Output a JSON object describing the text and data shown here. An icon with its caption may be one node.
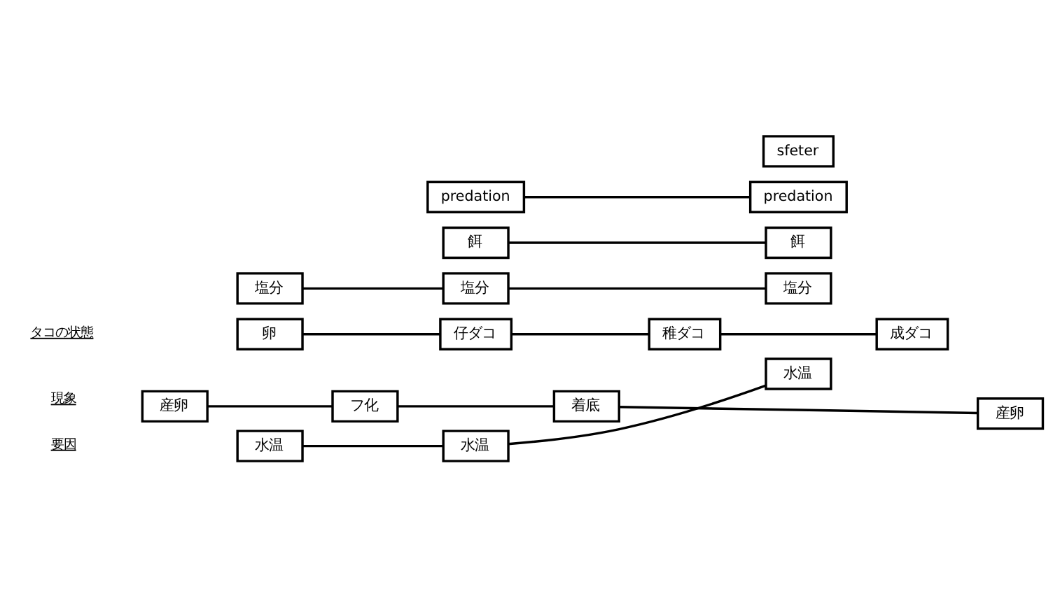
{
  "diagram": {
    "nodes": [
      {
        "text": [
          "卵"
        ]
      },
      {
        "text": [
          "仔ダコ"
        ]
      },
      {
        "text": [
          "稚ダコ"
        ]
      },
      {
        "text": [
          "成ダコ"
        ]
      },
      {
        "text": [
          "産卵"
        ]
      },
      {
        "text": [
          "フ化"
        ]
      },
      {
        "text": [
          "着底"
        ]
      },
      {
        "text": [
          "産卵"
        ]
      },
      {
        "text": [
          "水温"
        ]
      },
      {
        "text": [
          "水温"
        ]
      },
      {
        "text": [
          "水温"
        ]
      },
      {
        "text": [
          "塩分"
        ]
      },
      {
        "text": [
          "塩分"
        ]
      },
      {
        "text": [
          "塩分"
        ]
      },
      {
        "text": [
          "餌"
        ]
      },
      {
        "text": [
          "餌"
        ]
      },
      {
        "text": [
          "predation"
        ]
      },
      {
        "text": [
          "predation"
        ]
      },
      {
        "text": [
          "sfeter"
        ]
      }
    ],
    "edges": [
      {
        "from": 0,
        "to": 1,
        "arrow": "none"
      },
      {
        "from": 1,
        "to": 2,
        "arrow": "none"
      },
      {
        "from": 2,
        "to": 3,
        "arrow": "none"
      },
      {
        "from": 4,
        "to": 5,
        "arrow": "none"
      },
      {
        "from": 5,
        "to": 6,
        "arrow": "none"
      },
      {
        "from": 6,
        "to": 7,
        "arrow": "none"
      },
      {
        "from": 8,
        "to": 9,
        "arrow": "none"
      },
      {
        "from": 9,
        "to": 10,
        "arrow": "none"
      },
      {
        "from": 11,
        "to": 12,
        "arrow": "none"
      },
      {
        "from": 12,
        "to": 13,
        "arrow": "none"
      },
      {
        "from": 14,
        "to": 15,
        "arrow": "none"
      },
      {
        "from": 16,
        "to": 17,
        "arrow": "none"
      }
    ],
    "labels": [
      "タコの状態",
      "現象",
      "要因"
    ]
  }
}
